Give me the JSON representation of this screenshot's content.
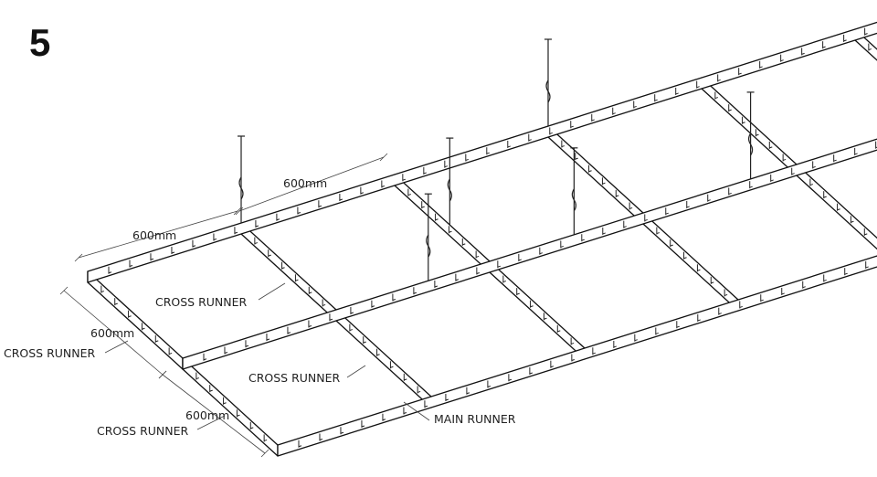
{
  "step_number": "5",
  "labels": {
    "dimension": "600mm",
    "cross_runner": "CROSS RUNNER",
    "main_runner": "MAIN RUNNER"
  }
}
